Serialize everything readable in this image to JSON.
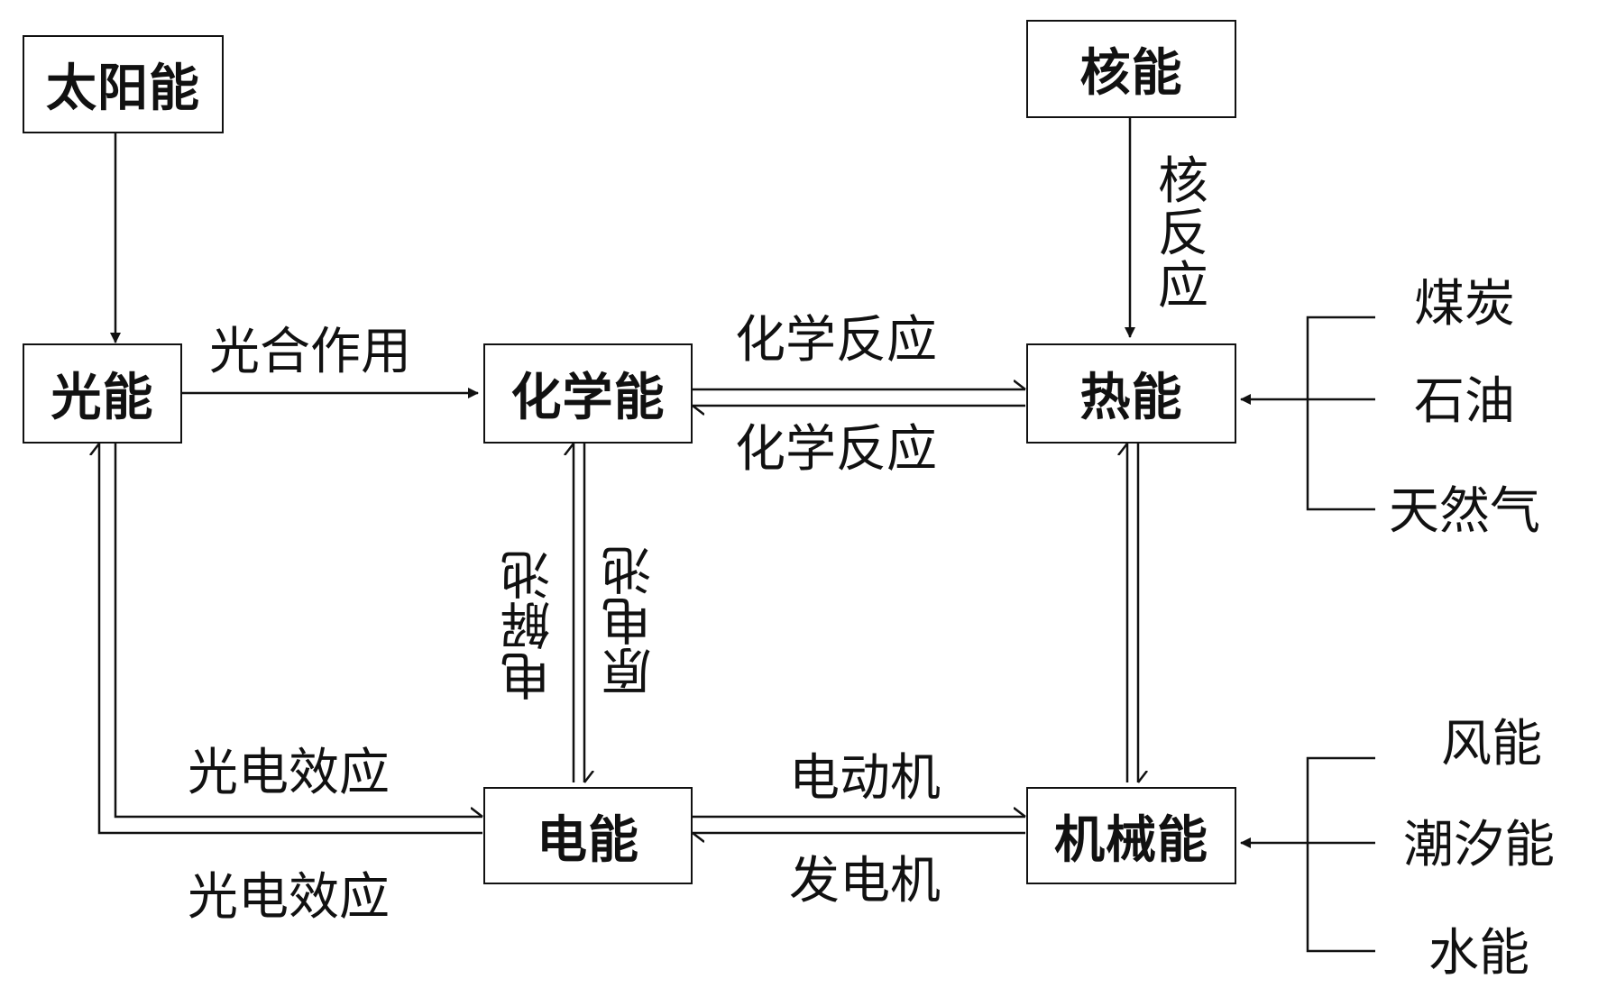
{
  "boxes": {
    "solar": "太阳能",
    "nuclear": "核能",
    "light": "光能",
    "chemical": "化学能",
    "heat": "热能",
    "electric": "电能",
    "mechanical": "机械能"
  },
  "labels": {
    "photosynthesis": "光合作用",
    "chem_reaction_top": "化学反应",
    "chem_reaction_bottom": "化学反应",
    "nuclear_reaction": "核反应",
    "electrolysis": "电解池",
    "galvanic_cell": "原电池",
    "photoelectric_top": "光电效应",
    "photoelectric_bottom": "光电效应",
    "motor": "电动机",
    "generator": "发电机"
  },
  "fuels": [
    "煤炭",
    "石油",
    "天然气"
  ],
  "renewables": [
    "风能",
    "潮汐能",
    "水能"
  ]
}
